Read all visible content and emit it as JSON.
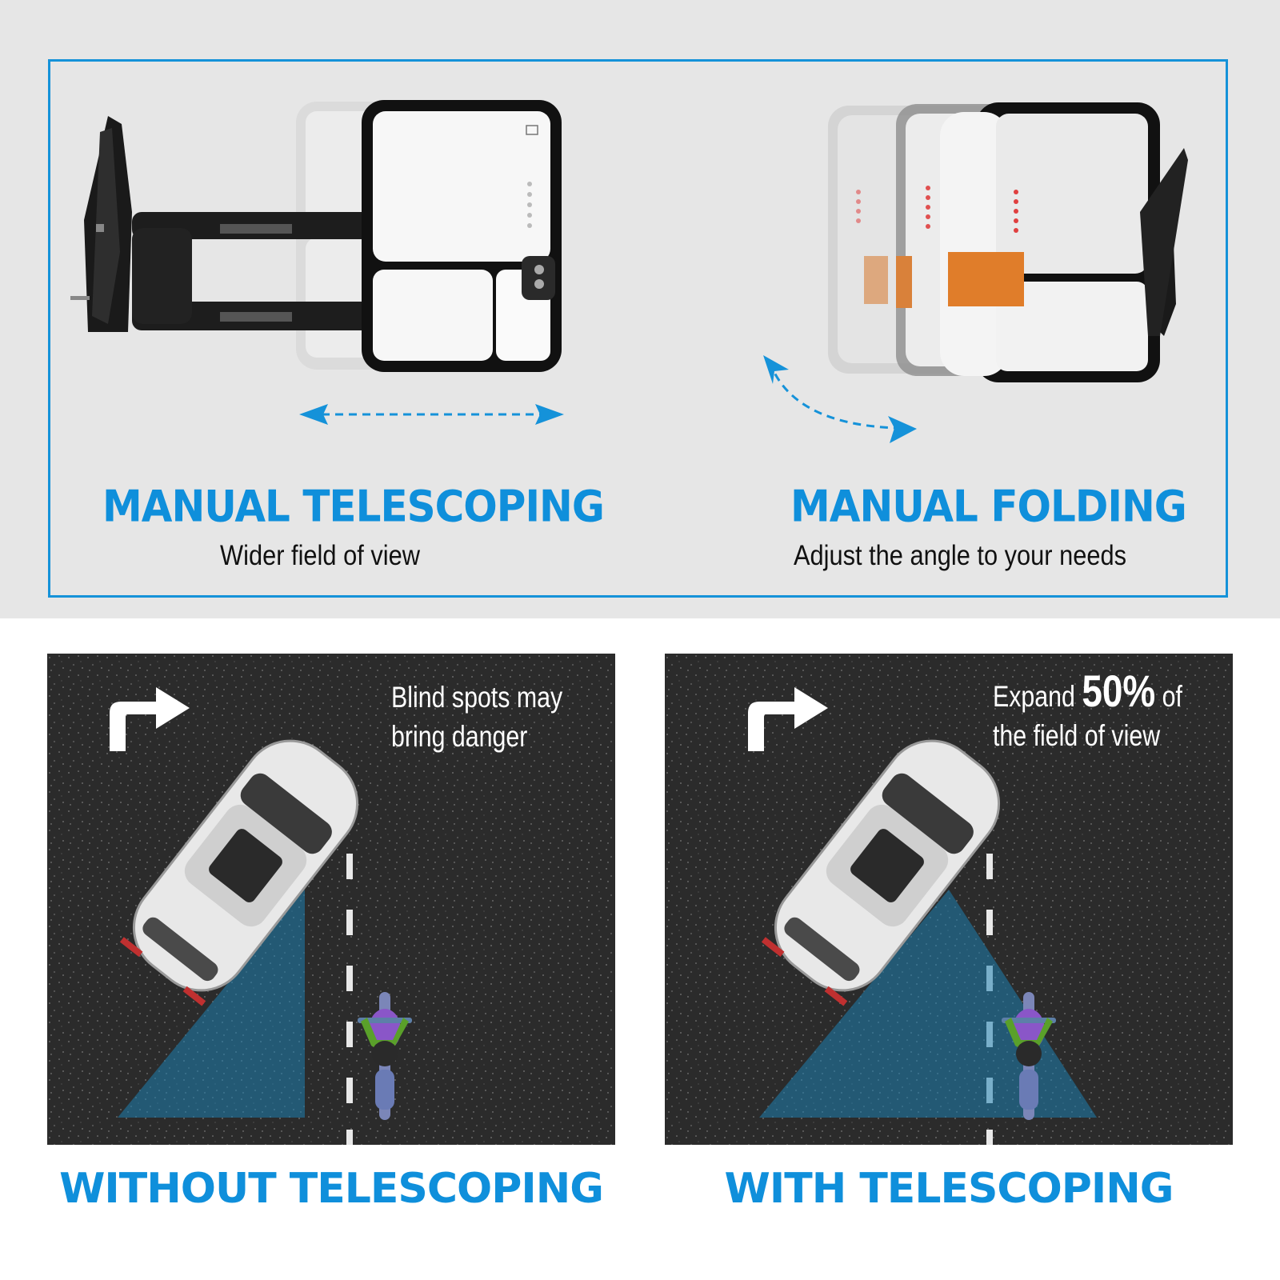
{
  "colors": {
    "brand_blue": "#0f8fdb",
    "frame_blue": "#1592d9",
    "road": "#2b2b2b",
    "view_cone": "#1d7fb0"
  },
  "features": {
    "telescoping": {
      "title": "MANUAL TELESCOPING",
      "subtitle": "Wider field of view",
      "motion_icon": "horizontal-double-arrow-icon"
    },
    "folding": {
      "title": "MANUAL FOLDING",
      "subtitle": "Adjust the angle to your needs",
      "motion_icon": "curved-double-arrow-icon"
    }
  },
  "comparison": {
    "without": {
      "title": "WITHOUT TELESCOPING",
      "note_line1": "Blind spots may",
      "note_line2": "bring danger",
      "turn_icon": "right-turn-arrow-icon"
    },
    "with": {
      "title": "WITH TELESCOPING",
      "note_pre": "Expand ",
      "note_big": "50%",
      "note_post": " of",
      "note_line2": "the field of view",
      "turn_icon": "right-turn-arrow-icon"
    }
  }
}
